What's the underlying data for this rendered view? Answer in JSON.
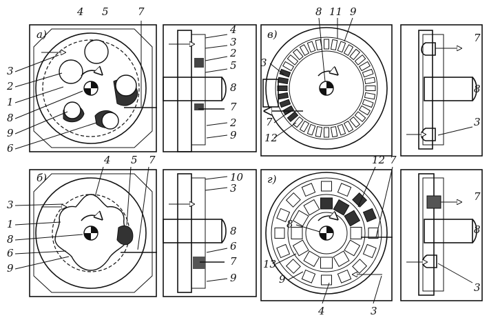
{
  "panels": [
    {
      "id": "a",
      "label": "а)"
    },
    {
      "id": "b",
      "label": "б)"
    },
    {
      "id": "v",
      "label": "в)"
    },
    {
      "id": "g",
      "label": "г)"
    }
  ],
  "labels": {
    "a_front": {
      "n4": "4",
      "n5": "5",
      "n7": "7",
      "n3": "3",
      "n2": "2",
      "n1": "1",
      "n8": "8",
      "n9": "9",
      "n6": "6"
    },
    "a_side": {
      "n4": "4",
      "n3": "3",
      "n2": "2",
      "n5": "5",
      "n8": "8",
      "n7": "7",
      "n2b": "2",
      "n9": "9"
    },
    "b_front": {
      "n4": "4",
      "n5": "5",
      "n7": "7",
      "n3": "3",
      "n1": "1",
      "n8": "8",
      "n6": "6",
      "n9": "9"
    },
    "b_side": {
      "n10": "10",
      "n3": "3",
      "n8": "8",
      "n6": "6",
      "n7": "7",
      "n9": "9"
    },
    "v_front": {
      "n8": "8",
      "n11": "11",
      "n9": "9",
      "n3": "3",
      "n7": "7",
      "n12": "12"
    },
    "v_side": {
      "n7": "7",
      "n8": "8",
      "n3": "3"
    },
    "g_front": {
      "n12": "12",
      "n7": "7",
      "n8": "8",
      "n13": "13",
      "n9": "9",
      "n4": "4",
      "n3": "3"
    },
    "g_side": {
      "n7": "7",
      "n8": "8",
      "n3": "3"
    }
  }
}
